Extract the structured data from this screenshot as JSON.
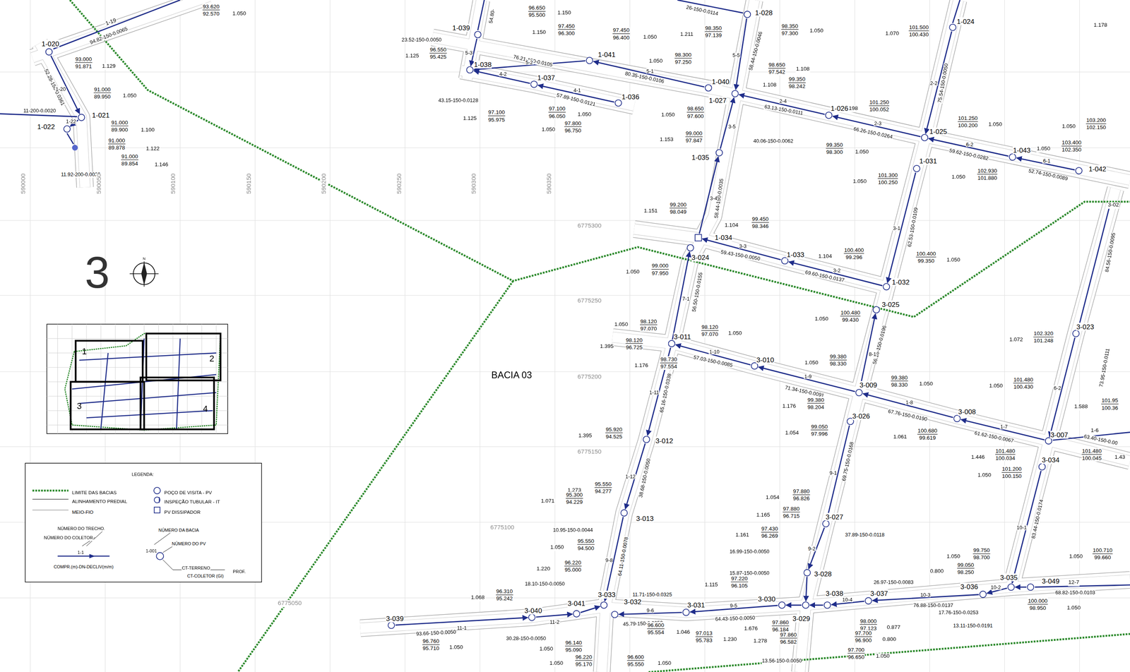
{
  "diagram": {
    "nodes": [
      {
        "text": [
          "1-020"
        ]
      },
      {
        "text": [
          "1-021"
        ]
      },
      {
        "text": [
          "1-022"
        ]
      },
      {
        "text": [
          "1-039"
        ]
      },
      {
        "text": [
          "1-038"
        ]
      },
      {
        "text": [
          "1-041"
        ]
      },
      {
        "text": [
          "1-037"
        ]
      },
      {
        "text": [
          "1-036"
        ]
      },
      {
        "text": [
          "1-040"
        ]
      },
      {
        "text": [
          "1-028"
        ]
      },
      {
        "text": [
          "1-027"
        ]
      },
      {
        "text": [
          "1-026"
        ]
      },
      {
        "text": [
          "1-024"
        ]
      },
      {
        "text": [
          "1-025"
        ]
      },
      {
        "text": [
          "1-043"
        ]
      },
      {
        "text": [
          "1-042"
        ]
      },
      {
        "text": [
          "1-035"
        ]
      },
      {
        "text": [
          "1-031"
        ]
      },
      {
        "text": [
          "1-034"
        ]
      },
      {
        "text": [
          "3-024"
        ]
      },
      {
        "text": [
          "1-033"
        ]
      },
      {
        "text": [
          "1-032"
        ]
      },
      {
        "text": [
          "3-025"
        ]
      },
      {
        "text": [
          "3-011"
        ]
      },
      {
        "text": [
          "3-010"
        ]
      },
      {
        "text": [
          "3-009"
        ]
      },
      {
        "text": [
          "3-026"
        ]
      },
      {
        "text": [
          "3-008"
        ]
      },
      {
        "text": [
          "3-007"
        ]
      },
      {
        "text": [
          "3-023"
        ]
      },
      {
        "text": [
          "3-034"
        ]
      },
      {
        "text": [
          "3-012"
        ]
      },
      {
        "text": [
          "3-013"
        ]
      },
      {
        "text": [
          "3-027"
        ]
      },
      {
        "text": [
          "3-028"
        ]
      },
      {
        "text": [
          "3-033"
        ]
      },
      {
        "text": [
          "3-032"
        ]
      },
      {
        "text": [
          "3-031"
        ]
      },
      {
        "text": [
          "3-030"
        ]
      },
      {
        "text": [
          "3-029"
        ]
      },
      {
        "text": [
          "3-038"
        ]
      },
      {
        "text": [
          "3-037"
        ]
      },
      {
        "text": [
          "3-036"
        ]
      },
      {
        "text": [
          "3-035"
        ]
      },
      {
        "text": [
          "3-049"
        ]
      },
      {
        "text": [
          "3-040"
        ]
      },
      {
        "text": [
          "3-041"
        ]
      },
      {
        "text": [
          "3-039"
        ]
      }
    ],
    "edges": [
      {
        "from": 0,
        "to": 1,
        "label": "1-20",
        "arrow": "to"
      },
      {
        "from": 1,
        "to": 2,
        "label": "1-22",
        "arrow": "to"
      },
      {
        "from": 3,
        "to": 4,
        "label": "5-3",
        "arrow": "to"
      },
      {
        "from": 5,
        "to": 4,
        "label": "5-2",
        "arrow": "to"
      },
      {
        "from": 6,
        "to": 4,
        "label": "4-2",
        "arrow": "to"
      },
      {
        "from": 7,
        "to": 6,
        "label": "4-1",
        "arrow": "to"
      },
      {
        "from": 8,
        "to": 5,
        "label": "5-1",
        "arrow": "to"
      },
      {
        "from": 9,
        "to": 10,
        "label": "5-5",
        "arrow": "to"
      },
      {
        "from": 11,
        "to": 10,
        "label": "2-4",
        "arrow": "to"
      },
      {
        "from": 13,
        "to": 11,
        "label": "2-3",
        "arrow": "to"
      },
      {
        "from": 12,
        "to": 13,
        "label": "2-2",
        "arrow": "to"
      },
      {
        "from": 14,
        "to": 13,
        "label": "6-2",
        "arrow": "to"
      },
      {
        "from": 15,
        "to": 14,
        "label": "6-1",
        "arrow": "to"
      },
      {
        "from": 16,
        "to": 10,
        "label": "3-5",
        "arrow": "to"
      },
      {
        "from": 18,
        "to": 16,
        "label": "3-4",
        "arrow": "to"
      },
      {
        "from": 20,
        "to": 18,
        "label": "3-3",
        "arrow": "to"
      },
      {
        "from": 21,
        "to": 20,
        "label": "3-2",
        "arrow": "to"
      },
      {
        "from": 17,
        "to": 21,
        "label": "3-1",
        "arrow": "to"
      },
      {
        "from": 23,
        "to": 19,
        "label": "7-1",
        "arrow": "to"
      },
      {
        "from": 25,
        "to": 22,
        "label": "8-1",
        "arrow": "to"
      },
      {
        "from": 24,
        "to": 23,
        "label": "1-10",
        "arrow": "to"
      },
      {
        "from": 25,
        "to": 24,
        "label": "1-9",
        "arrow": "to"
      },
      {
        "from": 27,
        "to": 25,
        "label": "1-8",
        "arrow": "to"
      },
      {
        "from": 28,
        "to": 27,
        "label": "1-7",
        "arrow": "to"
      },
      {
        "from": 29,
        "to": 28,
        "label": "6-2",
        "arrow": "to"
      },
      {
        "from": 23,
        "to": 31,
        "label": "1-11",
        "arrow": "to"
      },
      {
        "from": 31,
        "to": 32,
        "label": "1-12",
        "arrow": "to"
      },
      {
        "from": 32,
        "to": 35,
        "label": "9-8",
        "arrow": "to"
      },
      {
        "from": 26,
        "to": 33,
        "label": "9-1",
        "arrow": "to"
      },
      {
        "from": 33,
        "to": 34,
        "label": "9-2",
        "arrow": "to"
      },
      {
        "from": 38,
        "to": 37,
        "label": "9-5",
        "arrow": "to"
      },
      {
        "from": 37,
        "to": 36,
        "label": "9-6",
        "arrow": "to"
      },
      {
        "from": 45,
        "to": 46,
        "label": "11-2",
        "arrow": "to"
      },
      {
        "from": 47,
        "to": 45,
        "label": "11-1",
        "arrow": "to"
      },
      {
        "from": 41,
        "to": 40,
        "label": "10-4",
        "arrow": "to"
      },
      {
        "from": 42,
        "to": 41,
        "label": "10-3",
        "arrow": "to"
      },
      {
        "from": 30,
        "to": 43,
        "label": "10-1",
        "arrow": "to"
      },
      {
        "from": 43,
        "to": 42,
        "label": "10-2",
        "arrow": "to"
      },
      {
        "from": 34,
        "to": 39,
        "arrow": "to"
      },
      {
        "from": 40,
        "to": 39,
        "arrow": "to"
      },
      {
        "from": 39,
        "to": 38,
        "arrow": "to"
      },
      {
        "from": 46,
        "to": 35,
        "arrow": "to"
      },
      {
        "from": 44,
        "to": 43,
        "arrow": "to"
      }
    ],
    "labels": [
      "1-19",
      "94.82-150-0.0065",
      "93.620 92.570",
      "1.050",
      "52.28-150-0.0361",
      "93.000 91.871",
      "1.129",
      "91.000 89.950",
      "1.050",
      "11-200-0.0020",
      "91.000 89.900",
      "1.100",
      "91.000 89.878",
      "1.122",
      "91.000 89.854",
      "1.146",
      "11.92-200-0.0020",
      "590000",
      "590050",
      "590100",
      "590150",
      "590200",
      "590250",
      "590300",
      "590350",
      "6775300",
      "6775250",
      "6775200",
      "6775150",
      "6775100",
      "6775050",
      "3",
      "N",
      "BACIA 03",
      "1",
      "2",
      "3",
      "4",
      "LEGENDA:",
      "NÚMERO DO TRECHO",
      "NÚMERO DO COLETOR",
      "NÚMERO DA BACIA",
      "NÚMERO DO PV",
      "1-1",
      "1-001",
      "COMPR.(m)-DN-DECLIV(m/m)",
      "CT-TERRENO",
      "CT-COLETOR (GI)",
      "PROF.",
      "96.650 95.500",
      "1.150",
      "54.80-",
      "23.52-150-0.0050",
      "1.150",
      "97.450 96.300",
      "97.450 96.400",
      "1.050",
      "76.21-150-0.0105",
      "1.125",
      "96.550 95.425",
      "43.15-150-0.0128",
      "57.89-150-0.0121",
      "1.125",
      "97.100 95.975",
      "97.100 96.050",
      "1.050",
      "1.050",
      "97.800 96.750",
      "80.35-150-0.0106",
      "1.050",
      "98.300 97.250",
      "1.050",
      "98.650 97.600",
      "1.211",
      "98.350 97.139",
      "98.350 97.300",
      "1.050",
      "26-150-0.0114",
      "58.44-150-0.0046",
      "98.650 97.542",
      "1.108",
      "1.108",
      "99.350 98.242",
      "63.13-150-0.0111",
      "1.198",
      "101.250 100.052",
      "66.26-150-0.0264",
      "99.350 98.300",
      "1.050",
      "75.54-150-0.0050",
      "1.070",
      "101.500 100.430",
      "101.250 100.200",
      "1.050",
      "59.62-150-0.0282",
      "1.050",
      "103.400 102.350",
      "52.74-150-0.0089",
      "1.050",
      "103.200 102.150",
      "1.178",
      "1.153",
      "99.000 97.847",
      "40.06-150-0.0062",
      "1.050",
      "101.300 100.250",
      "1.050",
      "102.930 101.880",
      "58.44-150-0.0035",
      "1.151",
      "99.200 98.049",
      "1.104",
      "99.450 98.346",
      "59.43-150-0.0050",
      "1.104",
      "100.400 99.296",
      "69.60-150-0.0137",
      "100.400 99.350",
      "1.050",
      "62.53-150-0.0109",
      "1.050",
      "99.000 97.950",
      "56.50-150-0.0155",
      "1.050",
      "100.480 99.430",
      "56.16-150-0.0196",
      "1.050",
      "98.120 97.070",
      "98.120 97.070",
      "1.050",
      "1.395",
      "98.120 96.725",
      "57.03-150-0.0085",
      "1.050",
      "99.380 98.330",
      "71.34-150-0.0091",
      "99.380 98.330",
      "1.050",
      "1.176",
      "98.730 97.554",
      "1.176",
      "99.380 98.204",
      "67.76-150-0.0190",
      "1.054",
      "99.050 97.996",
      "1.061",
      "100.680 99.619",
      "61.62-150-0.0067",
      "63.40-150-0.00",
      "1-6",
      "1.050",
      "101.480 100.430",
      "1.588",
      "101.95 100.36",
      "1.446",
      "101.480 100.034",
      "101.480 100.045",
      "1.43",
      "1.050",
      "101.200 100.150",
      "1.072",
      "102.320 101.248",
      "73.95-150-0.0111",
      "84.56-150-0.0095",
      "3-02",
      "65.16-150-0.0338",
      "1.395",
      "95.920 94.525",
      "38.68-150-0.0050",
      "1.273",
      "95.550 94.277",
      "1.071",
      "95.300 94.229",
      "10.95-150-0.0044",
      "1.050",
      "95.550 94.500",
      "64.11-150-0.0078",
      "1.220",
      "96.220 95.000",
      "18.10-150-0.0050",
      "1.068",
      "96.310 95.242",
      "93.66-150-0.0050",
      "30.28-150-0.0050",
      "96.760 95.710",
      "1.050",
      "1.050",
      "96.140 95.090",
      "1.050",
      "96.220 95.170",
      "11.71-150-0.0325",
      "45.79-150-0.0050",
      "96.600 95.554",
      "1.046",
      "96.600 95.550",
      "1.050",
      "64.43-150-0.0050",
      "97.013 95.783",
      "1.230",
      "1.161",
      "97.430 96.269",
      "16.99-150-0.0050",
      "1.054",
      "97.880 96.826",
      "1.165",
      "97.880 96.715",
      "37.89-150-0.0118",
      "69.75-150-0.0168",
      "15.87-150-0.0050",
      "1.115",
      "97.220 96.105",
      "26.97-150-0.0083",
      "76.88-150-0.0137",
      "1.676",
      "97.860 96.184",
      "1.278",
      "97.860 96.582",
      "13.56-150-0.0050",
      "98.000 97.123",
      "0.877",
      "97.700 96.900",
      "0.800",
      "97.700 96.650",
      "1.050",
      "17.76-150-0.0253",
      "13.11-150-0.0191",
      "1.050",
      "99.750 98.700",
      "0.800",
      "99.050 98.250",
      "12-7",
      "68.82-150-0.0103",
      "100.000 98.950",
      "1.050",
      "1.050",
      "100.710 99.660",
      "83.44-150-0.0174"
    ],
    "legend": [
      {
        "text": "LIMITE DAS BACIAS"
      },
      {
        "text": "ALINHAMENTO PREDIAL"
      },
      {
        "text": "MEIO-FIO"
      },
      {
        "text": "POÇO DE VISITA - PV"
      },
      {
        "text": "INSPEÇÃO TUBULAR - IT"
      },
      {
        "text": "PV DISSIPADOR"
      }
    ]
  }
}
